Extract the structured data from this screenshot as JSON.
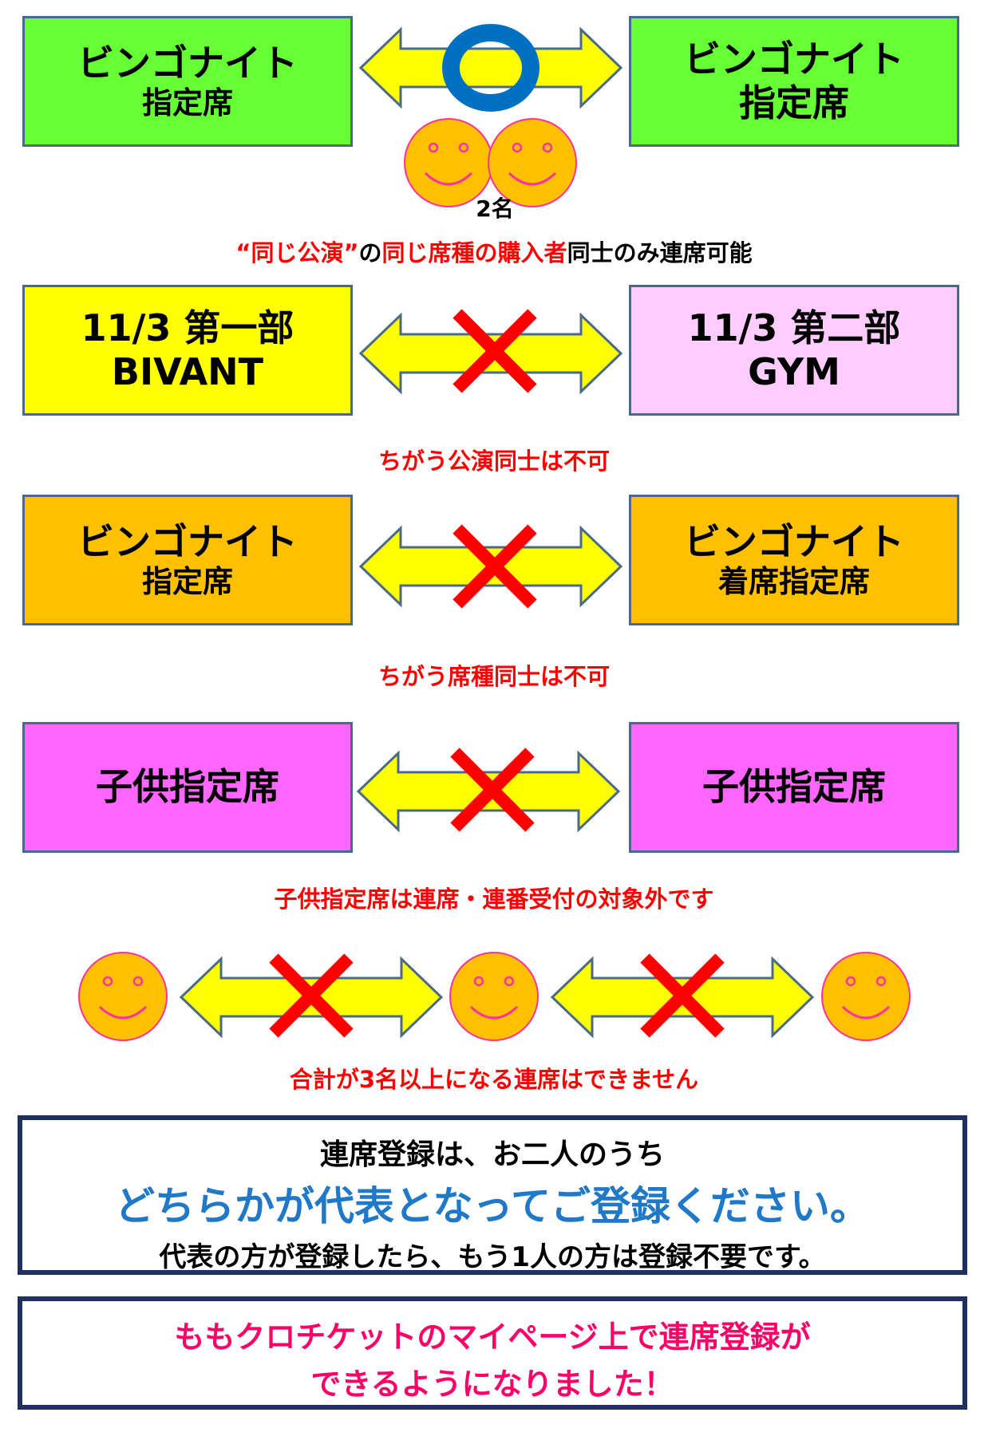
{
  "row1": {
    "left": {
      "line1": "ビンゴナイト",
      "line2": "指定席"
    },
    "right": {
      "line1": "ビンゴナイト",
      "line2": "指定席"
    },
    "count": "2名",
    "caption": {
      "part1": "“同じ公演”",
      "part2": "の",
      "part3": "同じ席種の購入者",
      "part4": "同士のみ連席可能"
    }
  },
  "row2": {
    "left": {
      "line1": "11/3 第一部",
      "line2": "BIVANT"
    },
    "right": {
      "line1": "11/3 第二部",
      "line2": "GYM"
    },
    "caption": "ちがう公演同士は不可"
  },
  "row3": {
    "left": {
      "line1": "ビンゴナイト",
      "line2": "指定席"
    },
    "right": {
      "line1": "ビンゴナイト",
      "line2": "着席指定席"
    },
    "caption": "ちがう席種同士は不可"
  },
  "row4": {
    "left": "子供指定席",
    "right": "子供指定席",
    "caption": "子供指定席は連席・連番受付の対象外です"
  },
  "row5": {
    "caption": "合計が3名以上になる連席はできません"
  },
  "notice1": {
    "line1": "連席登録は、お二人のうち",
    "line2": "どちらかが代表となってご登録ください。",
    "line3": "代表の方が登録したら、もう1人の方は登録不要です。"
  },
  "notice2": {
    "line1": "ももクロチケットのマイページ上で連席登録が",
    "line2": "できるようになりました！"
  },
  "colors": {
    "arrow_fill": "#ffff00",
    "arrow_stroke": "#4a6a8a",
    "cross": "#ff0000",
    "ok_ring": "#0070c0",
    "face": "#ffc000",
    "face_edge": "#ff3399",
    "caption_red": "#ff0000",
    "notice_blue": "#1f78c8",
    "notice_pink": "#ff0066"
  },
  "icons": [
    "smiley-face-icon",
    "ok-circle-icon",
    "cross-mark-icon",
    "double-arrow-icon"
  ]
}
